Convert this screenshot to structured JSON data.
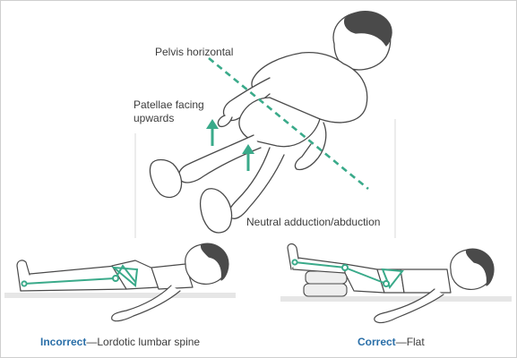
{
  "labels": {
    "pelvis": "Pelvis horizontal",
    "patellae": "Patellae facing upwards",
    "neutral": "Neutral adduction/abduction"
  },
  "captions": {
    "incorrect_strong": "Incorrect",
    "incorrect_rest": "—Lordotic lumbar spine",
    "correct_strong": "Correct",
    "correct_rest": "—Flat"
  },
  "colors": {
    "accent_blue": "#2a6fa8",
    "guide_green": "#3aaa8a",
    "outline": "#4a4a4a",
    "support_grey": "#e6e6e6"
  }
}
